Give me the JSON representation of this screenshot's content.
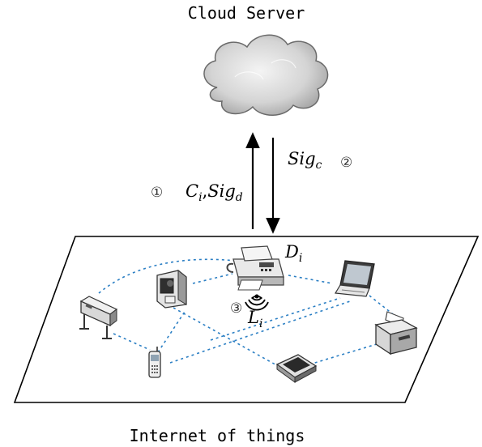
{
  "title": "Cloud Server",
  "footer": "Internet of things",
  "labels": {
    "upload_step": "①",
    "upload_main": "C",
    "upload_sub": "i",
    "upload_sep": ",",
    "upload_main2": "Sig",
    "upload_sub2": "d",
    "download_main": "Sig",
    "download_sub": "c",
    "download_step": "②",
    "device_main": "D",
    "device_sub": "i",
    "local_step": "③",
    "local_main": "L",
    "local_sub": "i"
  },
  "devices": {
    "fax": "fax-machine-icon",
    "laptop": "laptop-icon",
    "camera": "camcorder-icon",
    "plotter": "plotter-icon",
    "printer": "printer-icon",
    "scanner": "scanner-icon",
    "phone": "mobile-phone-icon"
  },
  "colors": {
    "link": "#2b7fc4",
    "cloud_fill": "#d6d6d6",
    "cloud_stroke": "#6a6a6a"
  }
}
